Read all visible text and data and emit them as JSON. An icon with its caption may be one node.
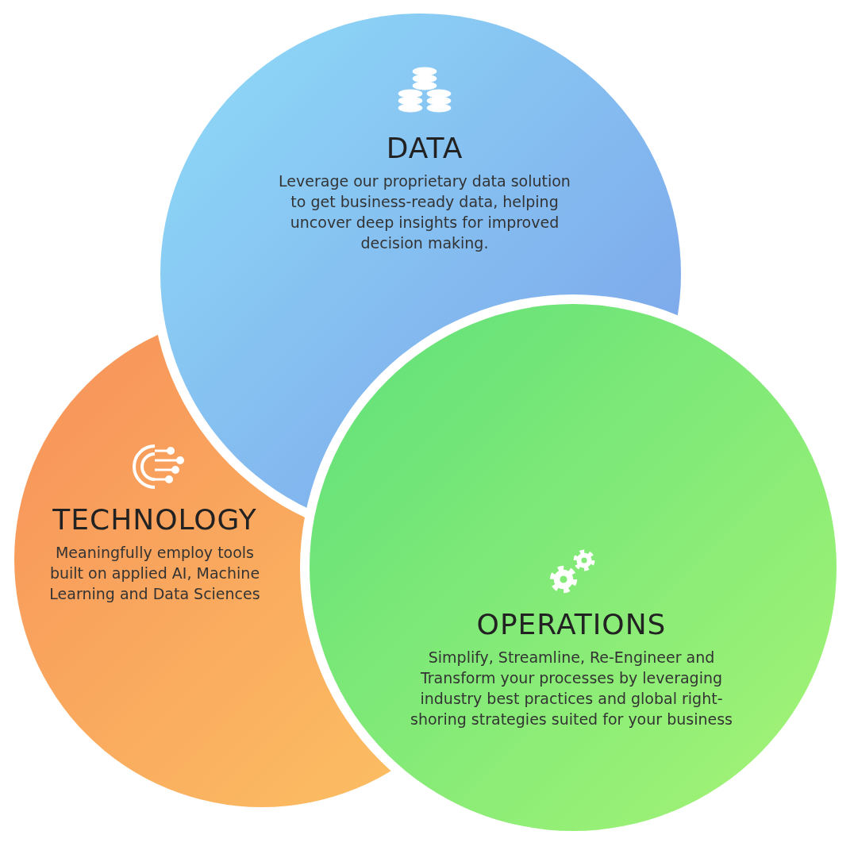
{
  "diagram": {
    "nodes": [
      {
        "text": [
          "DATA",
          "Leverage our proprietary data solution to get business-ready data, helping uncover deep insights for improved decision making."
        ]
      },
      {
        "text": [
          "TECHNOLOGY",
          "Meaningfully employ tools built on applied AI, Machine Learning and Data Sciences"
        ]
      },
      {
        "text": [
          "OPERATIONS",
          "Simplify, Streamline, Re-Engineer and Transform your processes by leveraging industry best practices and global right-shoring strategies suited for your business"
        ]
      }
    ]
  }
}
